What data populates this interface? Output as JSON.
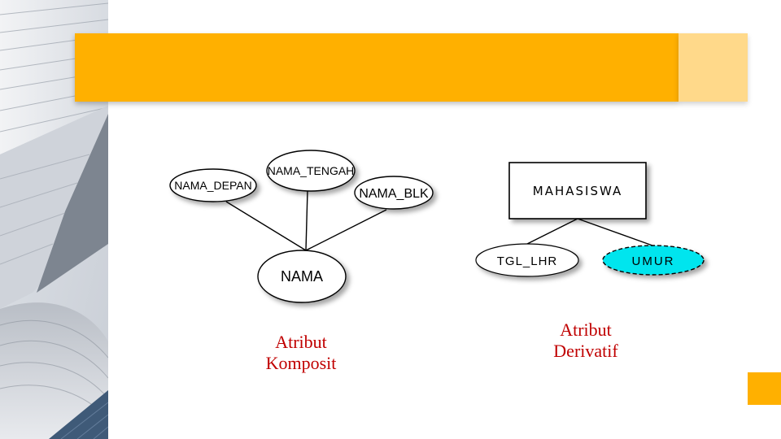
{
  "colors": {
    "accent": "#FFB000",
    "accent_light": "#FFD98A",
    "caption": "#C00000",
    "derived_fill": "#00E5EE"
  },
  "composite": {
    "parts": [
      "NAMA_DEPAN",
      "NAMA_TENGAH",
      "NAMA_BLK"
    ],
    "whole": "NAMA",
    "caption_line1": "Atribut",
    "caption_line2": "Komposit"
  },
  "derived": {
    "entity": "MAHASISWA",
    "stored_attribute": "TGL_LHR",
    "derived_attribute": "UMUR",
    "caption_line1": "Atribut",
    "caption_line2": "Derivatif"
  }
}
